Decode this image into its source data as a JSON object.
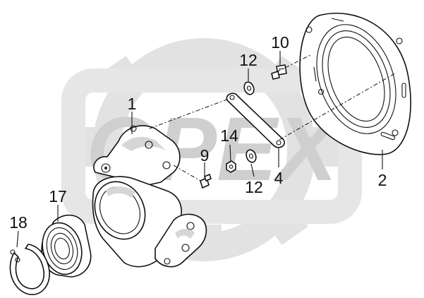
{
  "watermark": {
    "text": "OPEX",
    "color": "#dcdcdc"
  },
  "callouts": [
    {
      "id": "c1",
      "label": "1"
    },
    {
      "id": "c2",
      "label": "2"
    },
    {
      "id": "c4",
      "label": "4"
    },
    {
      "id": "c9",
      "label": "9"
    },
    {
      "id": "c10",
      "label": "10"
    },
    {
      "id": "c12a",
      "label": "12"
    },
    {
      "id": "c12b",
      "label": "12"
    },
    {
      "id": "c14",
      "label": "14"
    },
    {
      "id": "c17",
      "label": "17"
    },
    {
      "id": "c18",
      "label": "18"
    }
  ]
}
